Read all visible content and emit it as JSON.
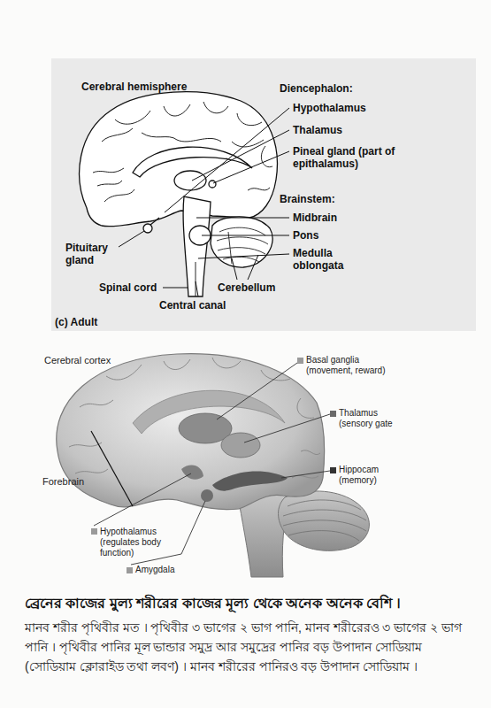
{
  "diagram": {
    "labels": [
      "Cerebral hemisphere",
      "Diencephalon:",
      "Hypothalamus",
      "Thalamus",
      "Pineal gland (part of epithalamus)",
      "Brainstem:",
      "Midbrain",
      "Pons",
      "Medulla oblongata",
      "Pituitary gland",
      "Spinal cord",
      "Cerebellum",
      "Central canal",
      "(c) Adult",
      "Cerebral cortex",
      "Basal ganglia (movement, reward)",
      "Thalamus (sensory gate",
      "Hippocam (memory)",
      "Forebrain",
      "Hypothalamus (regulates body function)",
      "Amygdala",
      "ব্রেনের কাজের মুল্য শরীরের কাজের মূল্য থেকে অনেক অনেক বেশি ।",
      "মানব শরীর পৃথিবীর মত । পৃথিবীর ৩ ভাগের ২ ভাগ পানি, মানব শরীরেরও ৩ ভাগের ২ ভাগ পানি । পৃথিবীর পানির মূল ভান্ডার সমুদ্র আর সমুদ্রের পানির বড় উপাদান সোডিয়াম (সোডিয়াম ক্লোরাইড তথা লবণ) । মানব শরীরের পানিরও বড় উপাদান সোডিয়াম ।"
    ]
  }
}
